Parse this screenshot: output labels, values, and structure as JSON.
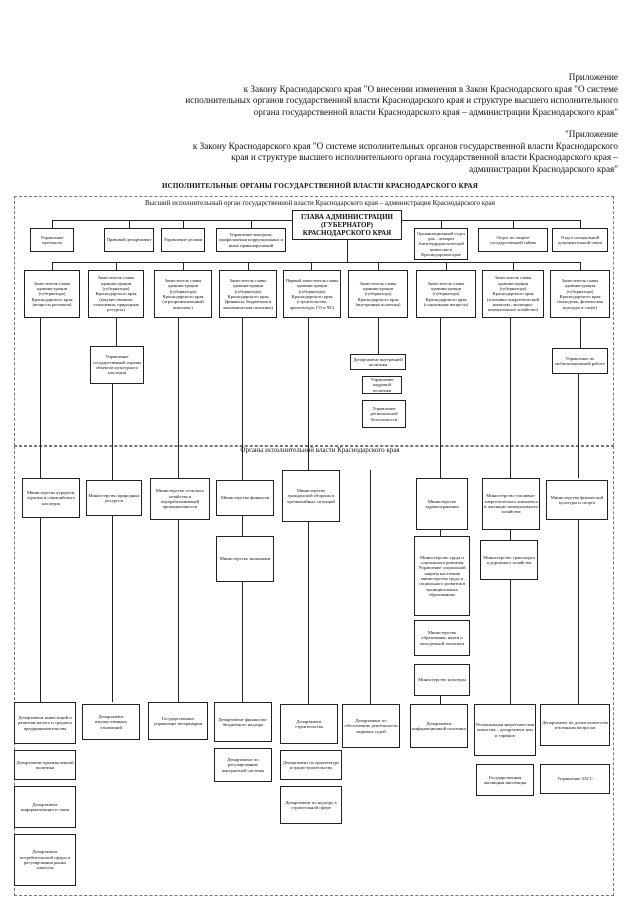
{
  "header": {
    "appendix1_word": "Приложение",
    "appendix1_lines": [
      "к Закону Краснодарского края \"О внесении изменения в Закон Краснодарского края \"О системе",
      "исполнительных органов государственной власти Краснодарского края и структуре высшего исполнительного",
      "органа государственной власти Краснодарского края – администрации Краснодарского края\""
    ],
    "appendix2_word": "\"Приложение",
    "appendix2_lines": [
      "к Закону Краснодарского края \"О системе исполнительных органов государственной власти Краснодарского",
      "края и структуре высшего исполнительного органа государственной власти Краснодарского края –",
      "администрации Краснодарского края\""
    ]
  },
  "diagram": {
    "title": "ИСПОЛНИТЕЛЬНЫЕ ОРГАНЫ ГОСУДАРСТВЕННОЙ ВЛАСТИ КРАСНОДАРСКОГО КРАЯ",
    "section_higher": "Высший исполнительный орган государственной власти Краснодарского края – администрация Краснодарского края",
    "section_organs": "Органы исполнительной власти Краснодарского края",
    "governor": [
      "ГЛАВА АДМИНИСТРАЦИИ",
      "(ГУБЕРНАТОР)",
      "КРАСНОДАРСКОГО КРАЯ"
    ],
    "top_row": [
      "Управление протокола",
      "Правовой департамент",
      "Управление делами",
      "Управление контроля, профилактики коррупционных и иных правонарушений",
      "Организационный отдел для – аппарат Антитеррористической комиссии в Краснодарском крае",
      "Отдел по защите государственной тайны",
      "Отдел специальной документальной связи"
    ],
    "deputies": [
      "Заместитель главы администрации (губернатора) Краснодарского края (вопросы регионов)",
      "Заместитель главы администрации (губернатора) Краснодарского края (имущественные отношения, природные ресурсы)",
      "Заместитель главы администрации (губернатора) Краснодарского края (агропромышленный комплекс)",
      "Заместитель главы администрации (губернатора) Краснодарского края (финансы, бюджетная и экономическая политика)",
      "Первый заместитель главы администрации (губернатора) Краснодарского края (строительство, архитектура, ГО и ЧС)",
      "Заместитель главы администрации (губернатора) Краснодарского края (внутренняя политика)",
      "Заместитель главы администрации (губернатора) Краснодарского края (социальные вопросы)",
      "Заместитель главы администрации (губернатора) Краснодарского края (топливно-энергетический комплекс, жилищно-коммунальное хозяйство)",
      "Заместитель главы администрации (губернатора) Краснодарского края (молодежь, физическая культура и спорт)"
    ],
    "sub_higher": [
      "Управление государственной охраны объектов культурного наследия",
      "Департамент внутренней политики",
      "Управление кадровой политики",
      "Управление региональной безопасности",
      "Управление по мобилизационной работе"
    ],
    "ministries": [
      "Министерство курортов, туризма и олимпийского наследия",
      "Министерство природных ресурсов",
      "Министерство сельского хозяйства и перерабатывающей промышленности",
      "Министерство финансов",
      "Министерство гражданской обороны и чрезвычайных ситуаций",
      "Министерство здравоохранения",
      "Министерство топливно-энергетического комплекса и жилищно-коммунального хозяйства",
      "Министерство физической культуры и спорта",
      "Министерство экономики",
      "Министерство труда и социального развития",
      "Управление социальной защиты населения министерства труда и социального развития в муниципальных образованиях",
      "Министерство транспорта и дорожного хозяйства",
      "Министерство образования, науки и молодежной политики",
      "Министерство культуры"
    ],
    "departments": [
      "Департамент инвестиций и развития малого и среднего предпринимательства",
      "Департамент имущественных отношений",
      "Государственное управление ветеринарии",
      "Департамент финансово-бюджетного надзора",
      "Департамент строительства",
      "Департамент по обеспечению деятельности мировых судей",
      "Департамент информационной политики",
      "Региональная энергетическая комиссия – департамент цен и тарифов",
      "Департамент по делам казачества и военным вопросам",
      "Департамент промышленной политики",
      "Департамент информатизации и связи",
      "Департамент потребительской сферы и регулирования рынка алкоголя",
      "Департамент по регулированию контрактной системы",
      "Департамент по архитектуре и градостроительству",
      "Департамент по надзору в строительной сфере",
      "Государственная жилищная инспекция",
      "Управление ЗАГС"
    ]
  }
}
